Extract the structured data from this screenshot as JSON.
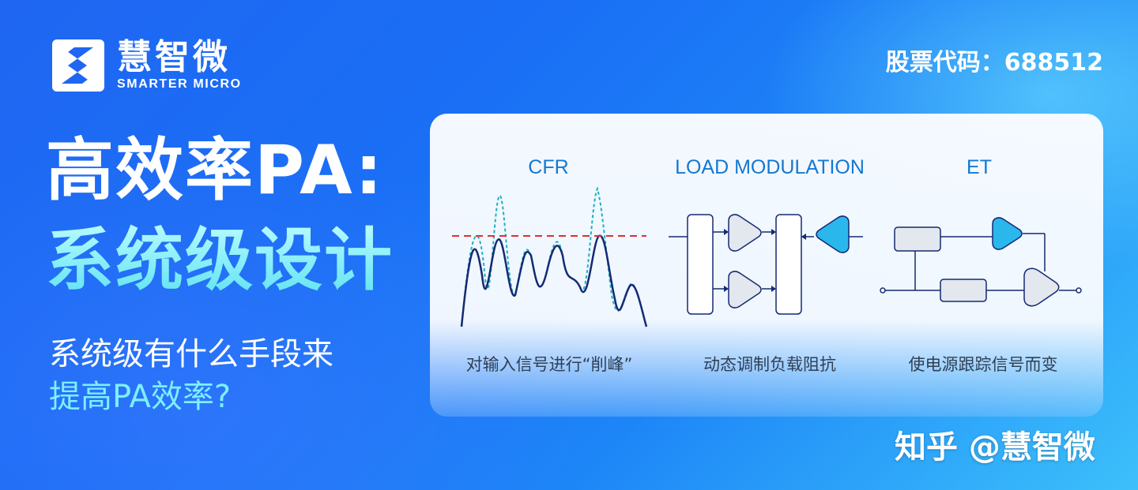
{
  "brand": {
    "name_cn": "慧智微",
    "name_en": "SMARTER MICRO"
  },
  "stock": "股票代码：688512",
  "headline": {
    "line1": "高效率PA:",
    "line2": "系统级设计"
  },
  "subtitle": {
    "line1": "系统级有什么手段来",
    "line2": "提高PA效率?"
  },
  "panels": [
    {
      "title": "CFR",
      "desc": "对输入信号进行“削峰”"
    },
    {
      "title": "LOAD MODULATION",
      "desc": "动态调制负载阻抗"
    },
    {
      "title": "ET",
      "desc": "使电源跟踪信号而变"
    }
  ],
  "colors": {
    "accent": "#1478d2",
    "amp_fill": "#2ab7ec",
    "amp_gray": "#e3e7ee",
    "clip_line": "#e0302e",
    "wave_dark": "#142a73",
    "wave_dash": "#1fb1c4"
  },
  "watermark": "知乎 @慧智微"
}
